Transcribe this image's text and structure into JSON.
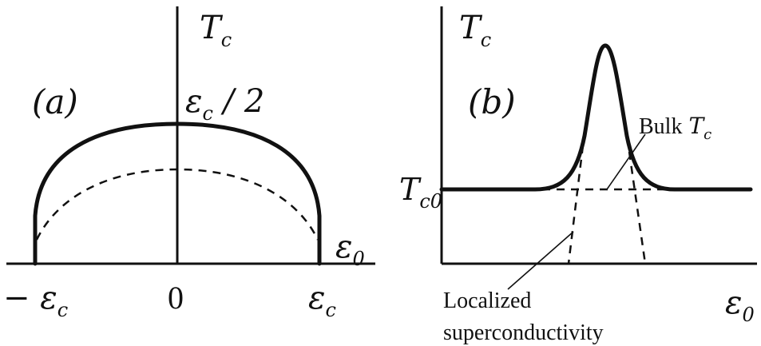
{
  "panel_a": {
    "label": "(a)",
    "y_axis_label": {
      "main": "T",
      "sub": "c"
    },
    "top_label": {
      "main": "ε",
      "sub": "c",
      "rest": " / 2"
    },
    "x_axis_label": {
      "main": "ε",
      "sub": "0"
    },
    "tick_neg": {
      "main": "− ε",
      "sub": "c"
    },
    "tick_zero": "0",
    "tick_pos": {
      "main": "ε",
      "sub": "c"
    }
  },
  "panel_b": {
    "label": "(b)",
    "y_axis_label": {
      "main": "T",
      "sub": "c"
    },
    "tc0_label": {
      "main": "T",
      "sub": "c0"
    },
    "x_axis_label": {
      "main": "ε",
      "sub": "0"
    },
    "bulk_label": {
      "text": "Bulk",
      "main": "T",
      "sub": "c"
    },
    "localized_line1": "Localized",
    "localized_line2": "superconductivity"
  }
}
